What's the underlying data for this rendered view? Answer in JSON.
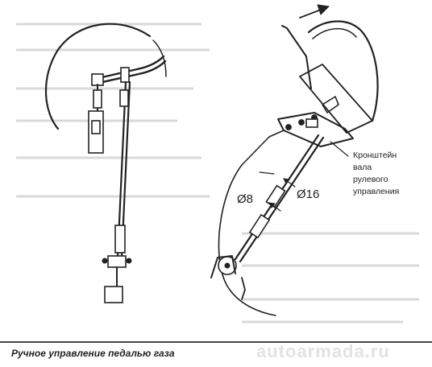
{
  "caption": "Ручное управление педалью газа",
  "watermark": "autoarmada.ru",
  "labels": {
    "steering_bracket_line1": "Кронштейн",
    "steering_bracket_line2": "вала",
    "steering_bracket_line3": "рулевого",
    "steering_bracket_line4": "управления",
    "diameter_8": "Ø8",
    "diameter_16": "Ø16"
  }
}
